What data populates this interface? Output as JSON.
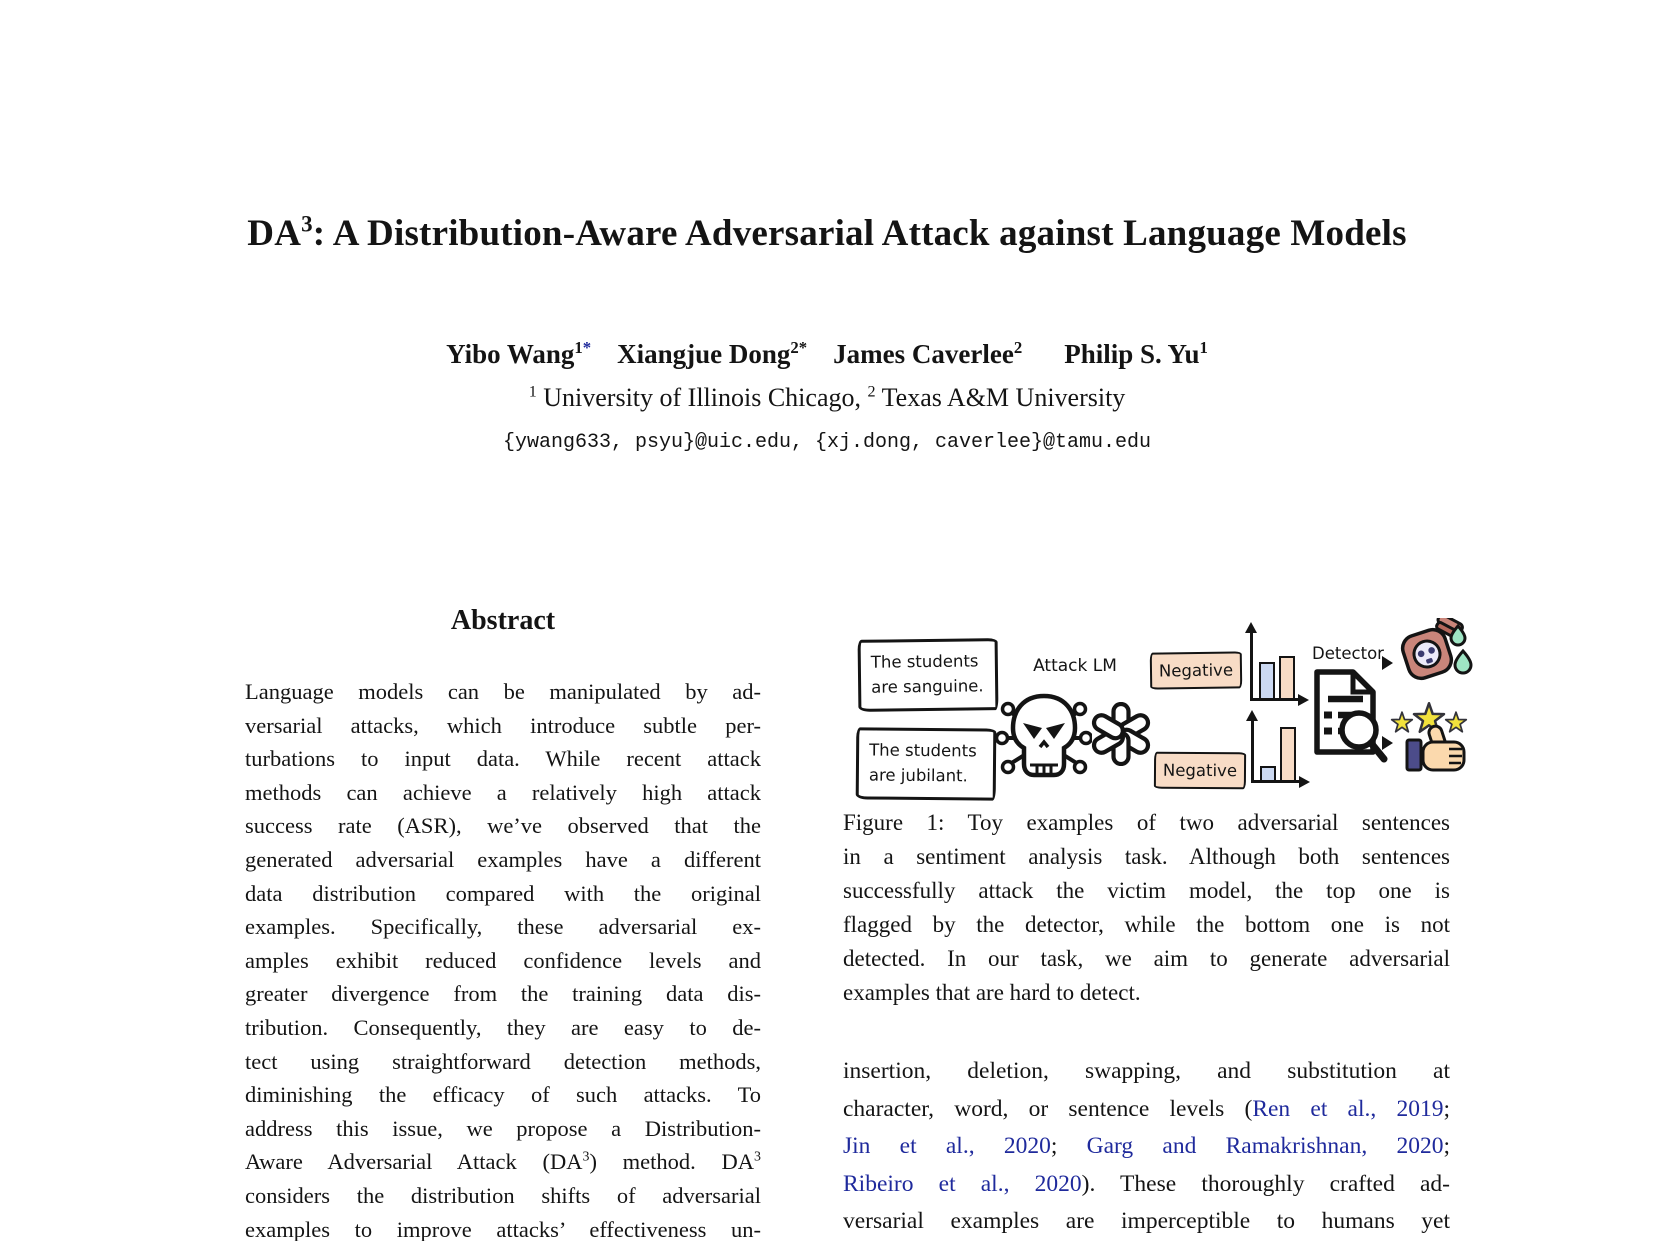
{
  "colors": {
    "cite-blue": "#1f2a9c",
    "negative-fill": "#f8dcc6",
    "bar-blue": "#ccd9f2",
    "bar-peach": "#f8dcc6",
    "star-yellow": "#f2e23c",
    "droplet-teal": "#9fe5c4",
    "bottle-red": "#c9857a",
    "bottle-cap": "#b5685c",
    "skull-label": "#eceaf9",
    "skull-eyes": "#3b3b70",
    "hand-peach": "#fbd9ad",
    "sleeve-indigo": "#4c4c8a",
    "ink": "#141414"
  },
  "title_segs": [
    {
      "t": "DA"
    },
    {
      "t": "3",
      "sup": 1
    },
    {
      "t": ": A Distribution-Aware Adversarial Attack against Language Models"
    }
  ],
  "authors_segs": [
    {
      "t": "Yibo Wang"
    },
    {
      "t": "1",
      "sup": 1
    },
    {
      "t": "*",
      "sup": 1,
      "cite": 1
    },
    {
      "gap": 1
    },
    {
      "t": "Xiangjue Dong"
    },
    {
      "t": "2*",
      "sup": 1
    },
    {
      "gap": 1
    },
    {
      "t": "James Caverlee"
    },
    {
      "t": "2",
      "sup": 1
    },
    {
      "gap": 2
    },
    {
      "t": "Philip S. Yu"
    },
    {
      "t": "1",
      "sup": 1
    }
  ],
  "affiliation_segs": [
    {
      "t": "1",
      "sup": 1
    },
    {
      "t": " University of Illinois Chicago, "
    },
    {
      "t": "2",
      "sup": 1
    },
    {
      "t": " Texas A&M University"
    }
  ],
  "emails": "{ywang633, psyu}@uic.edu, {xj.dong, caverlee}@tamu.edu",
  "abstract": {
    "heading": "Abstract",
    "lines": [
      [
        {
          "t": "Language models can be manipulated by ad-"
        }
      ],
      [
        {
          "t": "versarial attacks, which introduce subtle per-"
        }
      ],
      [
        {
          "t": "turbations to input data. While recent attack"
        }
      ],
      [
        {
          "t": "methods can achieve a relatively high attack"
        }
      ],
      [
        {
          "t": "success rate (ASR), we’ve observed that the"
        }
      ],
      [
        {
          "t": "generated adversarial examples have a different"
        }
      ],
      [
        {
          "t": "data distribution compared with the original"
        }
      ],
      [
        {
          "t": "examples. Specifically, these adversarial ex-"
        }
      ],
      [
        {
          "t": "amples exhibit reduced confidence levels and"
        }
      ],
      [
        {
          "t": "greater divergence from the training data dis-"
        }
      ],
      [
        {
          "t": "tribution. Consequently, they are easy to de-"
        }
      ],
      [
        {
          "t": "tect using straightforward detection methods,"
        }
      ],
      [
        {
          "t": "diminishing the efficacy of such attacks. To"
        }
      ],
      [
        {
          "t": "address this issue, we propose a Distribution-"
        }
      ],
      [
        {
          "t": "Aware Adversarial Attack (DA"
        },
        {
          "t": "3",
          "sup": 1
        },
        {
          "t": ") method. DA"
        },
        {
          "t": "3",
          "sup": 1
        }
      ],
      [
        {
          "t": "considers the distribution shifts of adversarial"
        }
      ],
      [
        {
          "t": "examples to improve attacks’ effectiveness un-"
        }
      ]
    ]
  },
  "figure": {
    "sentence_top_lines": [
      [
        {
          "t": "The students"
        }
      ],
      [
        {
          "t": "are sanguine."
        }
      ]
    ],
    "sentence_bottom_lines": [
      [
        {
          "t": "The students"
        }
      ],
      [
        {
          "t": "are jubilant."
        }
      ]
    ],
    "attack_label": "Attack LM",
    "detector_label": "Detector",
    "result_top": "Negative",
    "result_bottom": "Negative",
    "chart_top": {
      "bars": [
        {
          "color": "bar-blue",
          "h": 36
        },
        {
          "color": "bar-peach",
          "h": 42
        }
      ]
    },
    "chart_bottom": {
      "bars": [
        {
          "color": "bar-blue",
          "h": 14
        },
        {
          "color": "bar-peach",
          "h": 53
        }
      ]
    }
  },
  "caption_lines": [
    [
      {
        "t": "Figure 1: Toy examples of two adversarial sentences"
      }
    ],
    [
      {
        "t": "in a sentiment analysis task. Although both sentences"
      }
    ],
    [
      {
        "t": "successfully attack the victim model, the top one is"
      }
    ],
    [
      {
        "t": "flagged by the detector, while the bottom one is not"
      }
    ],
    [
      {
        "t": "detected. In our task, we aim to generate adversarial"
      }
    ],
    [
      {
        "t": "examples that are hard to detect."
      }
    ]
  ],
  "body_lines": [
    [
      {
        "t": "insertion, deletion, swapping, and substitution at"
      }
    ],
    [
      {
        "t": "character, word, or sentence levels ("
      },
      {
        "t": "Ren et al., 2019",
        "cite": 1
      },
      {
        "t": ";"
      }
    ],
    [
      {
        "t": "Jin et al., 2020",
        "cite": 1
      },
      {
        "t": "; "
      },
      {
        "t": "Garg and Ramakrishnan, 2020",
        "cite": 1
      },
      {
        "t": ";"
      }
    ],
    [
      {
        "t": "Ribeiro et al., 2020",
        "cite": 1
      },
      {
        "t": "). These thoroughly crafted ad-"
      }
    ],
    [
      {
        "t": "versarial examples are imperceptible to humans yet"
      }
    ]
  ]
}
